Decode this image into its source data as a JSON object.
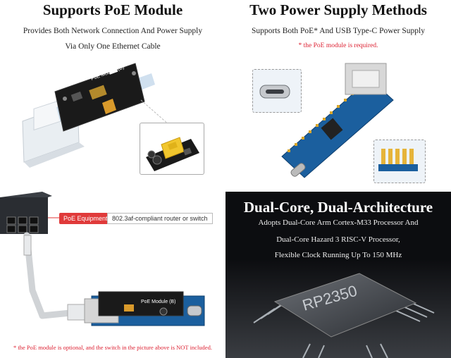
{
  "top_left": {
    "title": "Supports PoE Module",
    "desc_line1": "Provides Both Network Connection And Power Supply",
    "desc_line2": "Via Only One Ethernet Cable",
    "board_label": "PoE Module (B)"
  },
  "top_right": {
    "title": "Two Power Supply Methods",
    "desc": "Supports Both PoE* And USB Type-C Power Supply",
    "note": "* the PoE module is required."
  },
  "bottom_left": {
    "poe_label": "PoE Equipment",
    "poe_desc": "802.3af-compliant router or switch",
    "board_label": "PoE Module (B)",
    "note": "* the PoE module is optional, and the switch in the picture above is NOT included."
  },
  "bottom_right": {
    "title": "Dual-Core, Dual-Architecture",
    "line1": "Adopts Dual-Core Arm Cortex-M33 Processor And",
    "line2": "Dual-Core Hazard 3 RISC-V Processor,",
    "line3": "Flexible Clock Running Up To 150 MHz",
    "chip_label": "RP2350"
  },
  "colors": {
    "accent_red": "#e03a3a",
    "board_blue": "#1b5f9e",
    "board_black": "#1a1a1a",
    "dark_bg": "#0c0d10"
  },
  "icons": [
    "ethernet-port-icon",
    "usb-c-port-icon",
    "transformer-icon",
    "chip-icon"
  ]
}
